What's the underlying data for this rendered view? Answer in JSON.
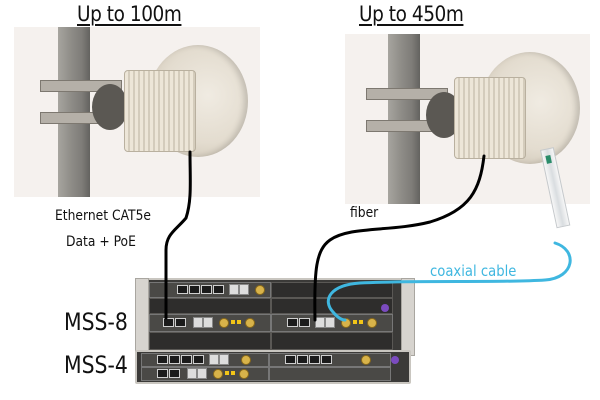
{
  "diagram": {
    "left_site": {
      "heading": "Up to 100m",
      "link_label_line1": "Ethernet CAT5e",
      "link_label_line2": "Data + PoE",
      "cable_type": "ethernet",
      "cable_color": "#000000"
    },
    "right_site": {
      "heading": "Up to 450m",
      "fiber_label": "fiber",
      "fiber_color": "#000000",
      "coax_label": "coaxial cable",
      "coax_color": "#3fb7e0"
    },
    "equipment": {
      "upper_chassis_label": "MSS-8",
      "lower_chassis_label": "MSS-4"
    }
  }
}
